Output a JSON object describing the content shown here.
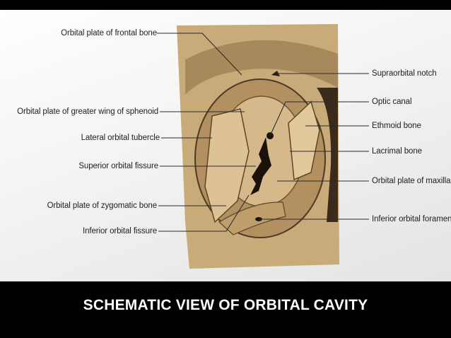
{
  "diagram": {
    "labels_left": [
      "Orbital plate of frontal bone",
      "Orbital plate of greater wing of sphenoid",
      "Lateral orbital tubercle",
      "Superior orbital fissure",
      "Orbital plate of zygomatic bone",
      "Inferior orbital fissure"
    ],
    "labels_right": [
      "Supraorbital notch",
      "Optic canal",
      "Ethmoid bone",
      "Lacrimal bone",
      "Orbital plate of maxilla",
      "Inferior orbital foramen"
    ]
  },
  "caption": "SCHEMATIC VIEW OF ORBITAL CAVITY"
}
